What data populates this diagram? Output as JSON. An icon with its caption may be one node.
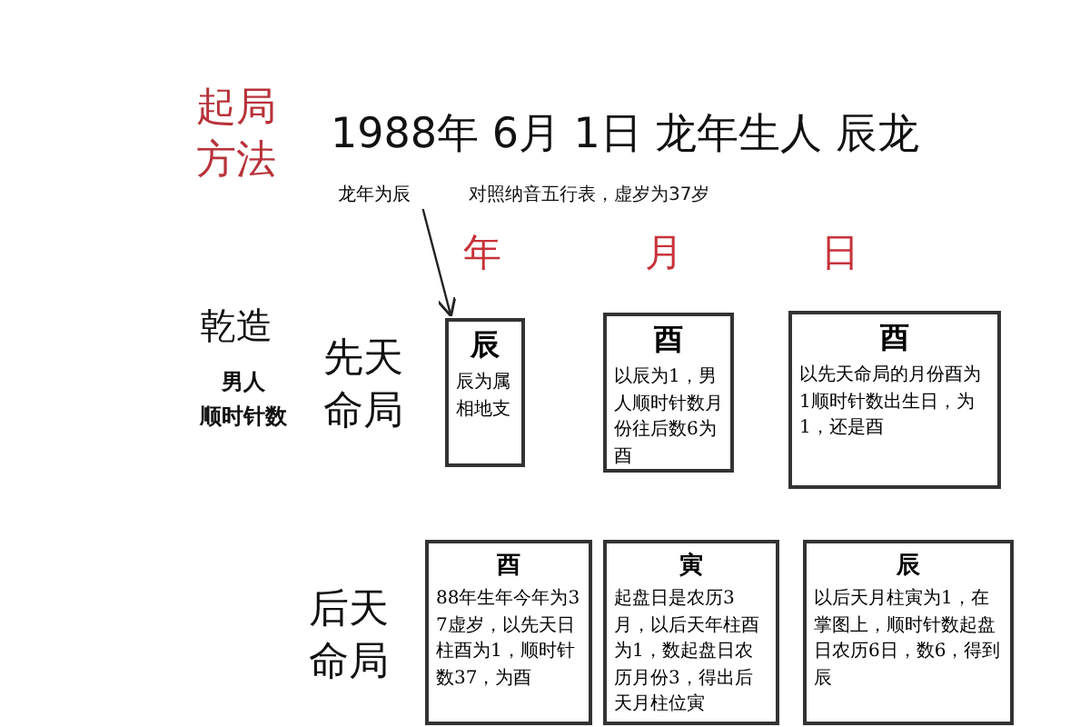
{
  "diagram": {
    "title": "1988年 6月 1日 龙年生人 辰龙",
    "nodes": [
      {
        "text": [
          "龙年为辰"
        ]
      },
      {
        "text": [
          "辰",
          "辰为属相地支"
        ]
      },
      {
        "text": [
          "酉",
          "以辰为1，男人顺时针数月份往后数6为酉"
        ]
      },
      {
        "text": [
          "酉",
          "以先天命局的月份酉为1顺时针数出生日，为1，还是酉"
        ]
      },
      {
        "text": [
          "酉",
          "88年生年今年为37虚岁，以先天日柱酉为1，顺时针数37，为酉"
        ]
      },
      {
        "text": [
          "寅",
          "起盘日是农历3月，以后天年柱酉为1，数起盘日农历月份3，得出后天月柱位寅"
        ]
      },
      {
        "text": [
          "辰",
          "以后天月柱寅为1，在掌图上，顺时针数起盘日农历6日，数6，得到辰"
        ]
      }
    ],
    "edges": [
      {
        "from": 0,
        "to": 1,
        "arrow": "to"
      }
    ],
    "labels": [
      "起局方法",
      "对照纳音五行表，虚岁为37岁",
      "年",
      "月",
      "日",
      "乾造",
      "男人",
      "顺时针数",
      "先天命局",
      "后天命局"
    ]
  }
}
